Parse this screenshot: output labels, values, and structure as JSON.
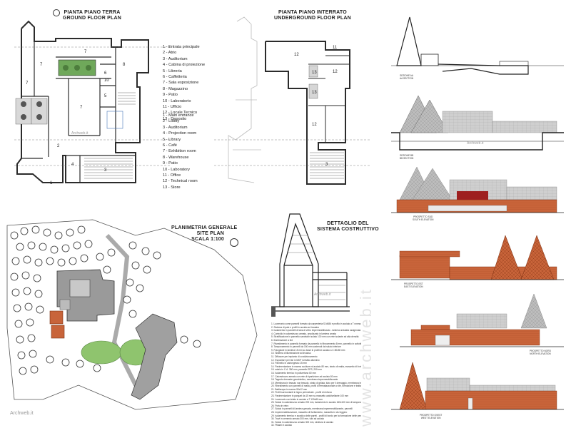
{
  "ground_floor": {
    "title_it": "PIANTA PIANO TERRA",
    "title_en": "GROUND FLOOR PLAN",
    "legend_it": [
      "1 - Entrata principale",
      "2 - Atrio",
      "3 - Auditorium",
      "4 - Cabina di proiezione",
      "5 - Libreria",
      "6 - Caffetteria",
      "7 - Sala esposizione",
      "8 - Magazzino",
      "9 - Patio",
      "10 - Laboratorio",
      "11 - Ufficio",
      "12 - Locale Tecnico",
      "13 - Deposito"
    ],
    "legend_en": [
      "1 - Main entrance",
      "2 - Lobby",
      "3 - Auditorium",
      "4 - Projection room",
      "5 - Library",
      "6 - Café",
      "7 - Exhibition room",
      "8 - Warehouse",
      "9 - Patio",
      "10 - Laboratory",
      "11 - Office",
      "12 - Technical room",
      "13 - Store"
    ],
    "room_labels": [
      "7",
      "7",
      "7",
      "8",
      "6",
      "5",
      "10",
      "7",
      "2",
      "4",
      "3",
      "1"
    ],
    "watermark": "Archweb.it"
  },
  "underground_floor": {
    "title_it": "PIANTA PIANO INTERRATO",
    "title_en": "UNDERGROUND FLOOR PLAN",
    "room_labels": [
      "11",
      "12",
      "13",
      "12",
      "13",
      "12",
      "3"
    ]
  },
  "site_plan": {
    "title_1": "PLANIMETRIA GENERALE",
    "title_2": "SITE PLAN",
    "title_3": "SCALA 1:100",
    "watermark": "Archweb.it"
  },
  "detail": {
    "title_1": "DETTAGLIO DEL",
    "title_2": "SISTEMA COSTRUTTIVO",
    "watermark": "Archweb.it",
    "notes": [
      "1.  Lucernario come pannelli formato da carpenteria S-N686 e profilo in acciaio a T rovesciato 80x80 mm",
      "2.  Sistema di pale e profili in acciaio ad incastro",
      "3.  Isolamento in pannelli di lana di vetro impermeabilizzato - lamiera ondulata ossigenata",
      "4.  Controllo in calcestruzzo armato, anodizzato in lamiera ornata",
      "5.  Stratificazione in pannello sandwich isolato 100 mm con rete isolante ad alta densità",
      "6.  Illuminazione a led",
      "7.  Rivestimento in pannello formato da pannello in fibrocemento 8 mm, pannello in sottofinestra 25 mm, base di supporto in profili in acciaio a C spessore",
      "8.  Tamponamento in pannelli da 150 mm sostenuti dal solaio inferiore",
      "9.  Frangisole in lamiera 15 mm su base in profili di acciaio a C 80x50 mm",
      "10. Sistema di illuminazione ad incasso",
      "11. Diffusore per impianto di condizionamento",
      "12. Espositore per fari in MDF rivestito alluminio",
      "13. Pannello in cartongesso 15 mm",
      "14. Pavimentazione in marmo sculture ed acciaio 80 mm, strato di malta, massetto di livellamento 60 mm, prelievo in C.A. 50 mm, massetto in cls alleggerito 150 mm",
      "15. solaio in C.A. 350 mm, pannello EPS, 200 mm",
      "16. Isolamento termico in poliuretano 60 mm",
      "17. Calcestruzzo armato con rete di ripartizione ad acciaio 80 mm",
      "18. Tappeto drenante geosintetico, membrana impermeabilizzante",
      "19. Membrana in tessuto non tessuto, strato di ghiaia, tubo per il drenaggio, membrana impermeabilizzante",
      "20. Rivestimento con pannelli di malta, profili di fermatazzonale a vite, formazione e trattamento pareti, isolanti, guaina di protezione 100 mm",
      "21. Battiscopa in marmo 90x12 mm",
      "22. Profili sormontanti in legno perimetrale - profili di rinforzo",
      "23. Pavimentazione in parquet da 15 mm su massetto autolivellante 100 mm",
      "24. Lucernario con telaio in acciaio a T 120x80 mm",
      "25. Solaio in calcestruzzo armato 200 mm, isolamento in acciaio 160x100 mm di tamponamento",
      "26. Porta in vetro",
      "27. Solaio in pannelli di lamiera grecata, membrana impermeabilizzante, pannelli",
      "28. Impermeabilizzazione, massetto di livellamento, massetto in cls leggero",
      "29. Isolamento termico e acustico delle pareti - profili di bordo per la formazione delle pendenze, strato di ghiaia",
      "30. Travi in cemento armato 300 mm, tubi ad acciaio",
      "31. Solaio in calcestruzzo armato 300 mm, struttura in acciaio",
      "32. Pilastri in acciaio"
    ]
  },
  "sections": {
    "labels": [
      "SEZIONE AA\nAA SECTION",
      "SEZIONE BB\nBB SECTION",
      "PROSPETTO SUD\nSOUTH ELEVATION",
      "PROSPETTO EST\nEAST ELEVATION",
      "PROSPETTO NORD\nNORTH ELEVATION",
      "PROSPETTO OVEST\nWEST ELEVATION"
    ],
    "watermark": "Archweb.it"
  },
  "vertical_watermark": "www.archweb.it",
  "colors": {
    "wall": "#2b2b2b",
    "brick": "#c8643a",
    "brick_dark": "#a84a24",
    "patio_green": "#6fa85a",
    "roof_grey": "#9a9a9a",
    "site_green": "#8fc46e"
  }
}
